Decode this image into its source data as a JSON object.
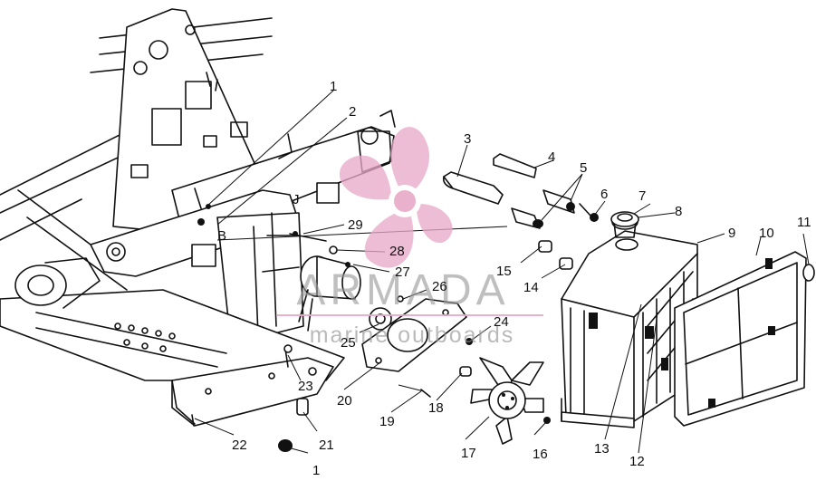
{
  "watermark": {
    "brand": "ARMADA",
    "tagline": "marine outboards",
    "color": "#e8a9c8",
    "text_color": "#9a9a9a"
  },
  "callouts": [
    "1",
    "2",
    "3",
    "4",
    "5",
    "6",
    "7",
    "8",
    "9",
    "10",
    "11",
    "12",
    "13",
    "14",
    "15",
    "16",
    "17",
    "18",
    "19",
    "20",
    "21",
    "22",
    "23",
    "24",
    "25",
    "26",
    "27",
    "28",
    "29",
    "1"
  ],
  "frame_marks": [
    "J",
    "B"
  ]
}
